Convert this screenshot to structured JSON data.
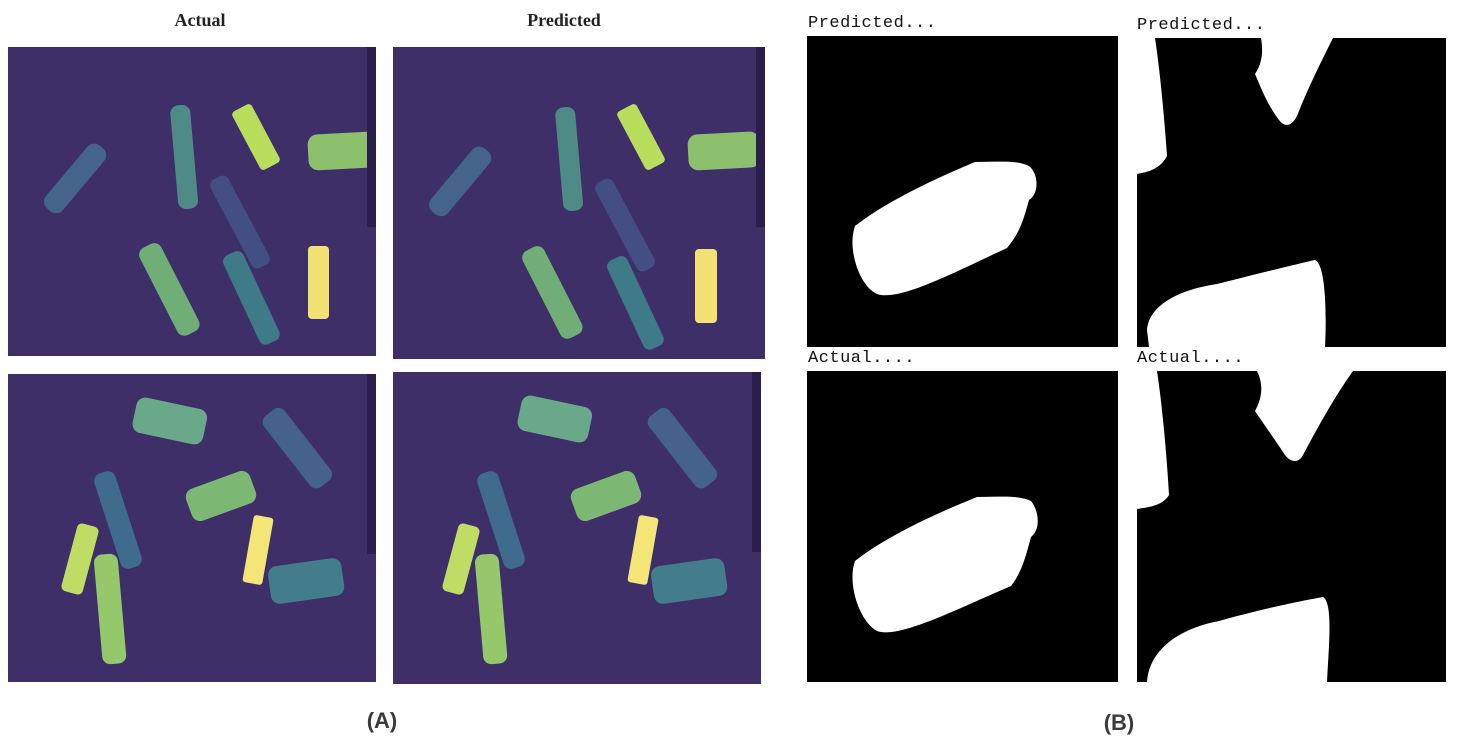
{
  "panel_a": {
    "col_actual": "Actual",
    "col_predicted": "Predicted",
    "label": "(A)"
  },
  "panel_b": {
    "predicted_left": "Predicted...",
    "predicted_right": "Predicted...",
    "actual_left": "Actual....",
    "actual_right": "Actual....",
    "label": "(B)"
  },
  "colors": {
    "seg_background": "#3e2f69",
    "mask_background": "#000000",
    "mask_foreground": "#ffffff"
  }
}
